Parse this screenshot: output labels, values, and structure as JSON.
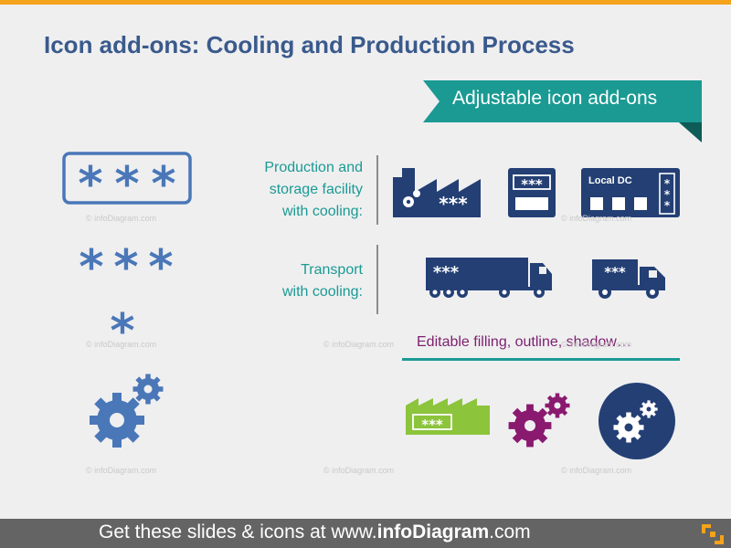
{
  "title": "Icon add-ons: Cooling and Production Process",
  "ribbon": {
    "text": "Adjustable icon add-ons"
  },
  "labels": {
    "production": [
      "Production and",
      "storage facility",
      "with cooling:"
    ],
    "transport": [
      "Transport",
      "with cooling:"
    ]
  },
  "icons": {
    "asterisk_text": "***",
    "local_dc": "Local DC"
  },
  "editable_note": "Editable filling, outline, shadow…",
  "watermark": "© infoDiagram.com",
  "footer": {
    "prefix": "Get these slides & icons at www.",
    "brand": "infoDiagram",
    "suffix": ".com"
  },
  "colors": {
    "navy": "#233f74",
    "blue": "#4a77b8",
    "teal": "#1a9a93",
    "green": "#8cc43c",
    "magenta": "#8a1a6f",
    "orange": "#f5a31a"
  }
}
